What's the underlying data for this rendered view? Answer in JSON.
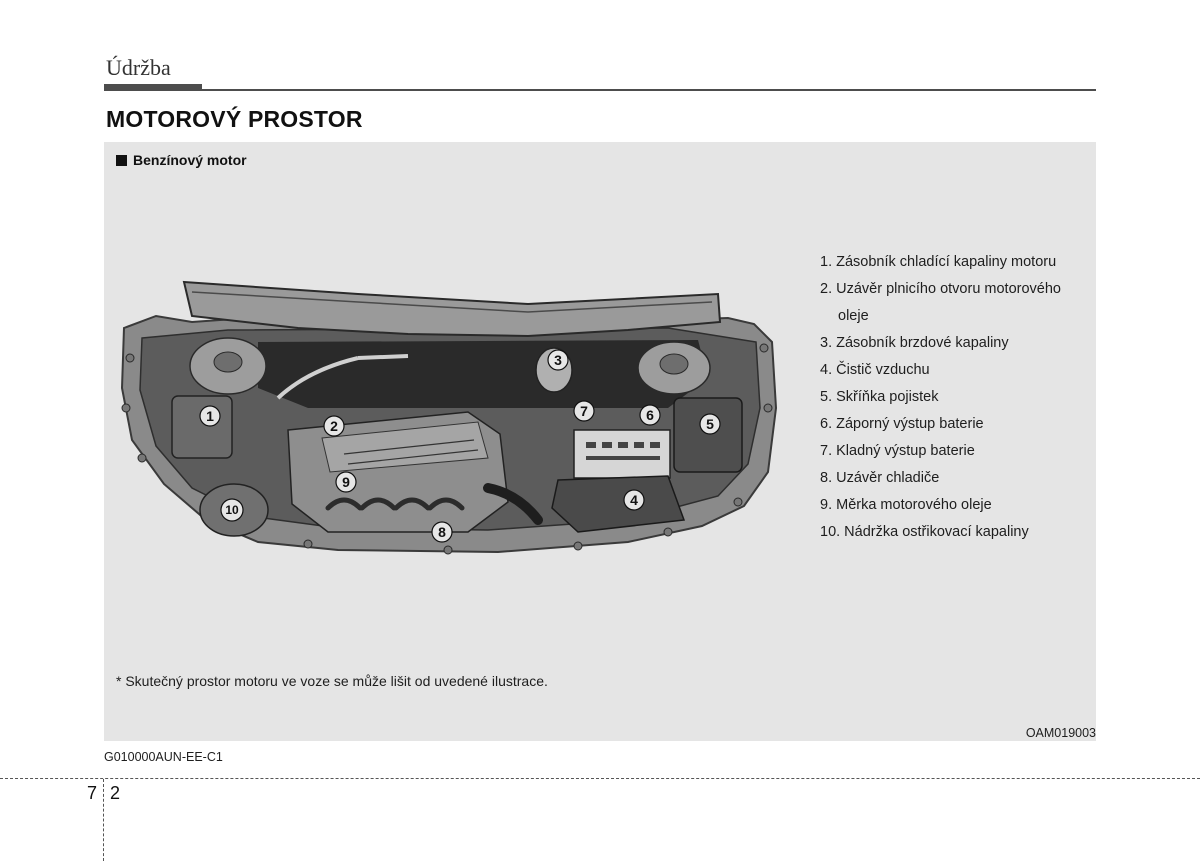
{
  "header": {
    "section": "Údržba",
    "title": "MOTOROVÝ PROSTOR"
  },
  "figure": {
    "subheading": "Benzínový motor",
    "callouts": [
      "1",
      "2",
      "3",
      "4",
      "5",
      "6",
      "7",
      "8",
      "9",
      "10"
    ],
    "legend": [
      "1. Zásobník chladící kapaliny motoru",
      "2. Uzávěr plnicího otvoru motorového",
      "oleje",
      "3. Zásobník brzdové kapaliny",
      "4. Čistič vzduchu",
      "5. Skříňka pojistek",
      "6. Záporný výstup baterie",
      "7. Kladný výstup baterie",
      "8. Uzávěr chladiče",
      "9. Měrka motorového oleje",
      "10. Nádržka ostřikovací kapaliny"
    ],
    "footnote": "* Skutečný prostor motoru ve voze se může lišit od uvedené ilustrace.",
    "code": "OAM019003"
  },
  "footer": {
    "doc_code": "G010000AUN-EE-C1",
    "chapter": "7",
    "page": "2"
  }
}
